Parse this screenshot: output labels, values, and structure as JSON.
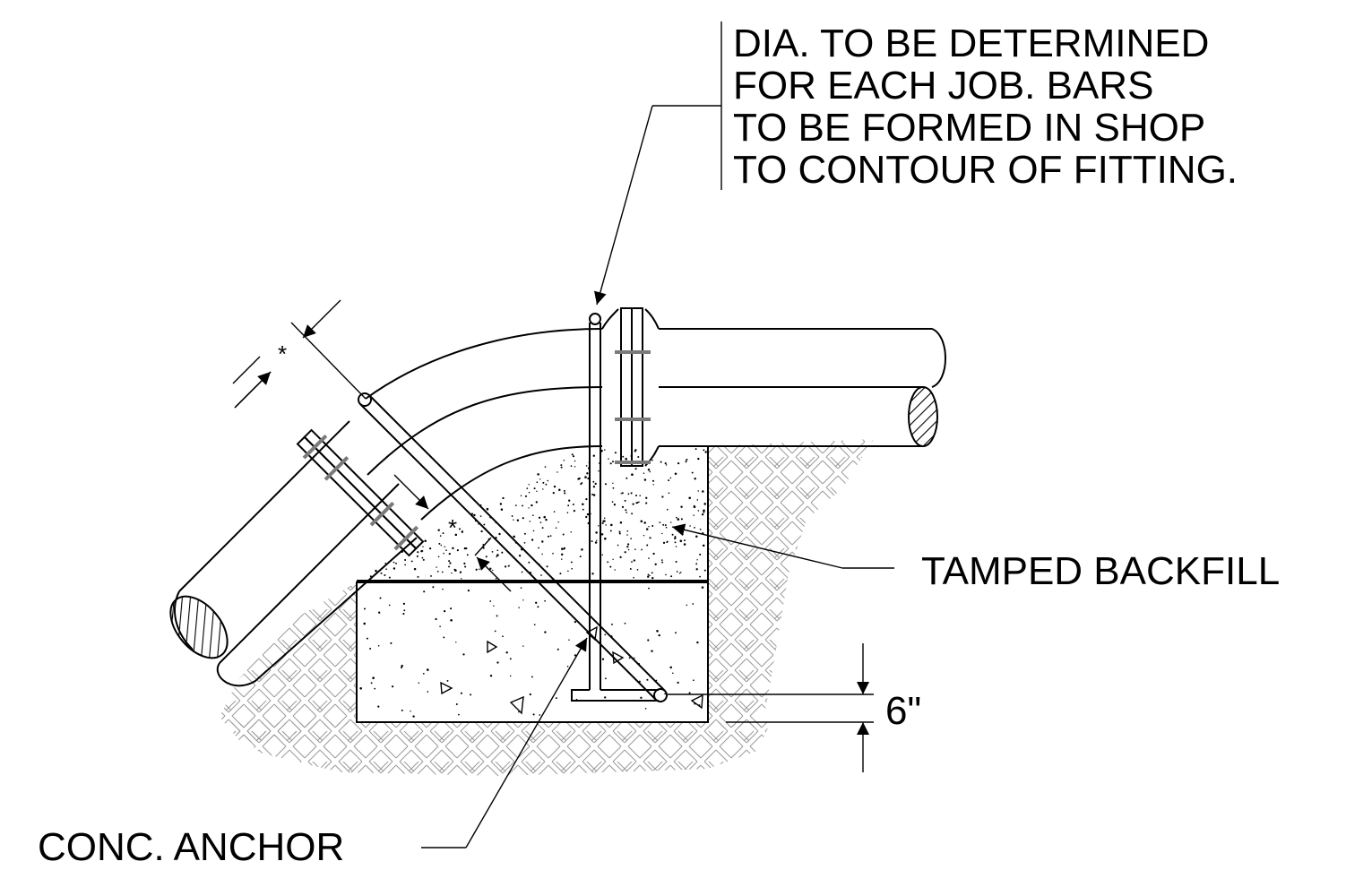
{
  "note": {
    "lines": [
      "DIA. TO BE DETERMINED",
      "FOR EACH JOB.  BARS",
      "TO BE FORMED IN SHOP",
      "TO CONTOUR OF FITTING."
    ]
  },
  "labels": {
    "tamped_backfill": "TAMPED BACKFILL",
    "conc_anchor": "CONC. ANCHOR",
    "dimension_6in": "6\"",
    "asterisk_top": "*",
    "asterisk_mid": "*"
  }
}
